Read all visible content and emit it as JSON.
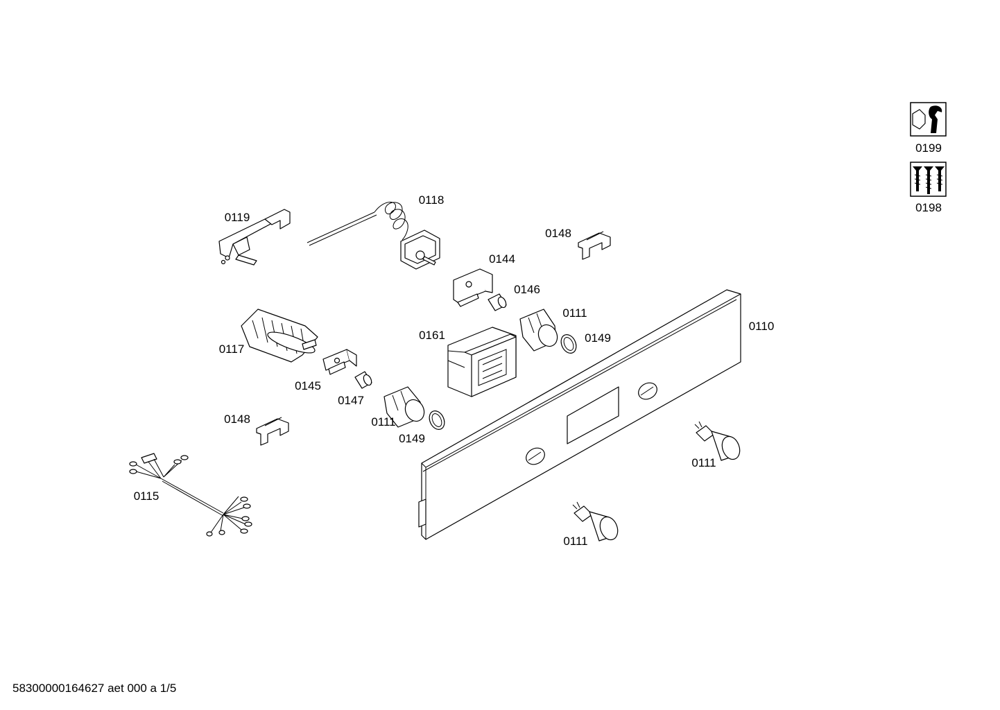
{
  "diagram": {
    "part_labels": {
      "p0119": "0119",
      "p0118": "0118",
      "p0148a": "0148",
      "p0144": "0144",
      "p0146": "0146",
      "p0111a": "0111",
      "p0149a": "0149",
      "p0110": "0110",
      "p0161": "0161",
      "p0117": "0117",
      "p0145": "0145",
      "p0147": "0147",
      "p0111b": "0111",
      "p0149b": "0149",
      "p0148b": "0148",
      "p0115": "0115",
      "p0111c": "0111",
      "p0111d": "0111"
    },
    "legend": {
      "tools_label": "0199",
      "screws_label": "0198"
    },
    "footer": "58300000164627 aet 000 a 1/5"
  }
}
